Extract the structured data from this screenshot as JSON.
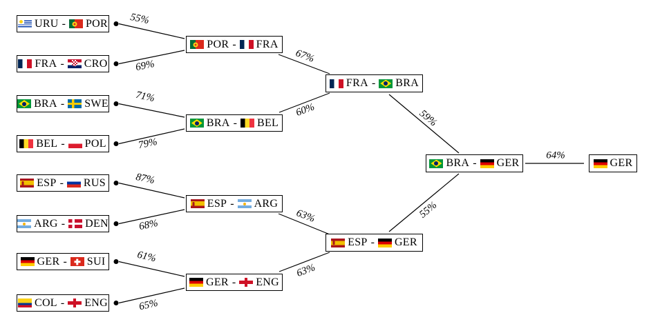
{
  "labels": {
    "separator": "-"
  },
  "colors": {
    "edge": "#000000",
    "box_border": "#000000",
    "box_background": "#ffffff",
    "text": "#000000"
  },
  "bracket": {
    "round_of_16": [
      {
        "t1": "URU",
        "t2": "POR",
        "advance_prob": "55%"
      },
      {
        "t1": "FRA",
        "t2": "CRO",
        "advance_prob": "69%"
      },
      {
        "t1": "BRA",
        "t2": "SWE",
        "advance_prob": "71%"
      },
      {
        "t1": "BEL",
        "t2": "POL",
        "advance_prob": "79%"
      },
      {
        "t1": "ESP",
        "t2": "RUS",
        "advance_prob": "87%"
      },
      {
        "t1": "ARG",
        "t2": "DEN",
        "advance_prob": "68%"
      },
      {
        "t1": "GER",
        "t2": "SUI",
        "advance_prob": "61%"
      },
      {
        "t1": "COL",
        "t2": "ENG",
        "advance_prob": "65%"
      }
    ],
    "quarterfinals": [
      {
        "t1": "POR",
        "t2": "FRA",
        "advance_prob": "67%"
      },
      {
        "t1": "BRA",
        "t2": "BEL",
        "advance_prob": "60%"
      },
      {
        "t1": "ESP",
        "t2": "ARG",
        "advance_prob": "63%"
      },
      {
        "t1": "GER",
        "t2": "ENG",
        "advance_prob": "63%"
      }
    ],
    "semifinals": [
      {
        "t1": "FRA",
        "t2": "BRA",
        "advance_prob": "59%"
      },
      {
        "t1": "ESP",
        "t2": "GER",
        "advance_prob": "55%"
      }
    ],
    "final": [
      {
        "t1": "BRA",
        "t2": "GER",
        "advance_prob": "64%"
      }
    ],
    "winner": {
      "team": "GER"
    }
  }
}
